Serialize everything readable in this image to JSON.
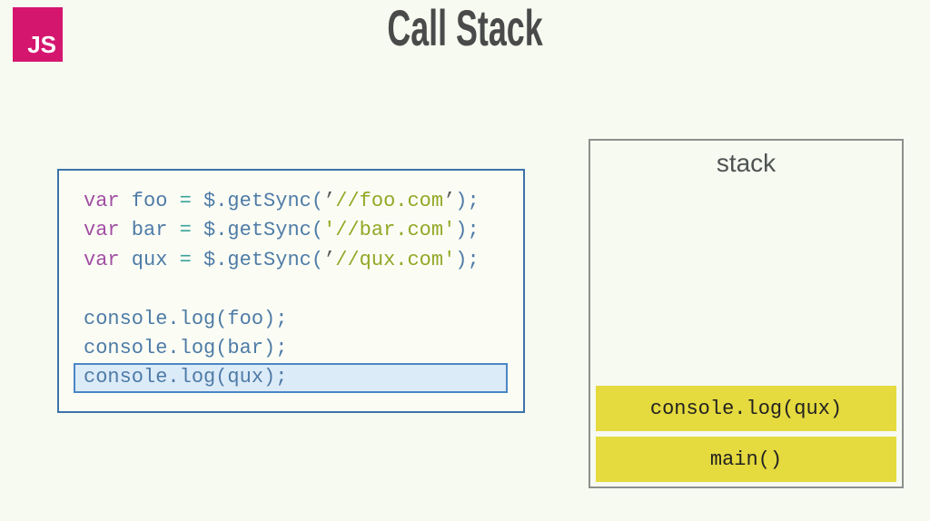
{
  "header": {
    "logo_text": "JS",
    "logo_color": "#d4166f",
    "title": "Call Stack",
    "title_color": "#4a4a4a"
  },
  "code_panel": {
    "background": "#fbfdf5",
    "border_color": "#3d73a8",
    "highlight": {
      "background": "#dcebf8",
      "border_color": "#4a86c5"
    },
    "palette": {
      "keyword": "#a14fa3",
      "plain": "#4e7ba6",
      "equals": "#3aa29a",
      "string": "#94a726",
      "quote": "#5a5a5a"
    },
    "lines": [
      {
        "highlight": false,
        "segments": [
          {
            "text": "var",
            "color": "keyword"
          },
          {
            "text": " foo ",
            "color": "plain"
          },
          {
            "text": "=",
            "color": "equals"
          },
          {
            "text": " $.getSync(",
            "color": "plain"
          },
          {
            "text": "’",
            "color": "quote"
          },
          {
            "text": "//foo.com",
            "color": "string"
          },
          {
            "text": "’",
            "color": "quote"
          },
          {
            "text": ");",
            "color": "plain"
          }
        ]
      },
      {
        "highlight": false,
        "segments": [
          {
            "text": "var",
            "color": "keyword"
          },
          {
            "text": " bar ",
            "color": "plain"
          },
          {
            "text": "=",
            "color": "equals"
          },
          {
            "text": " $.getSync(",
            "color": "plain"
          },
          {
            "text": "'//bar.com'",
            "color": "string"
          },
          {
            "text": ");",
            "color": "plain"
          }
        ]
      },
      {
        "highlight": false,
        "segments": [
          {
            "text": "var",
            "color": "keyword"
          },
          {
            "text": " qux ",
            "color": "plain"
          },
          {
            "text": "=",
            "color": "equals"
          },
          {
            "text": " $.getSync(",
            "color": "plain"
          },
          {
            "text": "’",
            "color": "quote"
          },
          {
            "text": "//qux.com'",
            "color": "string"
          },
          {
            "text": ");",
            "color": "plain"
          }
        ]
      },
      {
        "highlight": false,
        "segments": []
      },
      {
        "highlight": false,
        "segments": [
          {
            "text": "console.log(foo);",
            "color": "plain"
          }
        ]
      },
      {
        "highlight": false,
        "segments": [
          {
            "text": "console.log(bar);",
            "color": "plain"
          }
        ]
      },
      {
        "highlight": true,
        "segments": [
          {
            "text": "console.log(qux);",
            "color": "plain"
          }
        ]
      }
    ]
  },
  "stack_panel": {
    "label": "stack",
    "border_color": "#8b908c",
    "frame_background": "#e5da3e",
    "frame_text_color": "#212121",
    "frames": [
      {
        "label": "console.log(qux)"
      },
      {
        "label": "main()"
      }
    ]
  }
}
